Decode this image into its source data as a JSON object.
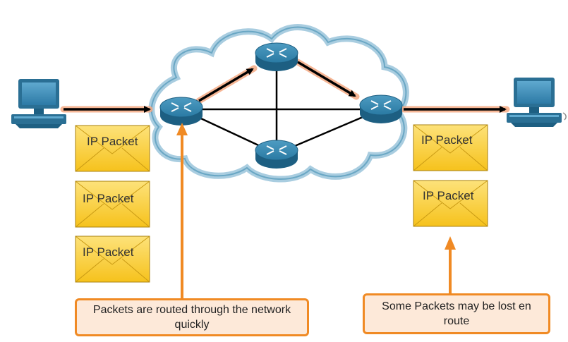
{
  "packets": {
    "left": [
      "IP Packet",
      "IP Packet",
      "IP Packet"
    ],
    "right": [
      "IP Packet",
      "IP Packet"
    ]
  },
  "callouts": {
    "left": "Packets are routed through the network quickly",
    "right": "Some Packets may be lost en route"
  },
  "colors": {
    "cloud_fill": "#ffffff",
    "cloud_outline": "#9fc3d6",
    "router": "#1f6e93",
    "link": "#000000",
    "path_glow": "#f4a982",
    "envelope": "#fdd03a",
    "envelope_border": "#b8860b",
    "callout_fill": "#fde9d9",
    "callout_border": "#f08a24"
  },
  "icons": [
    "source-computer-icon",
    "destination-computer-icon",
    "router-icon",
    "envelope-icon"
  ]
}
